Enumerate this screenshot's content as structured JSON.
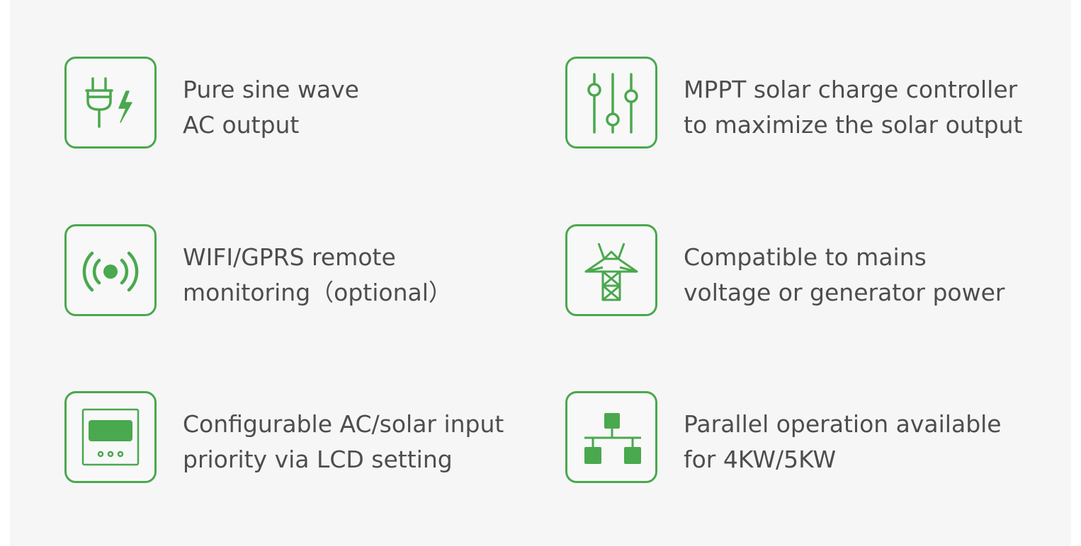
{
  "accent_color": "#4aa84e",
  "features": [
    {
      "icon": "plug-lightning-icon",
      "lines": [
        "Pure sine wave",
        "AC output"
      ]
    },
    {
      "icon": "sliders-icon",
      "lines": [
        "MPPT solar charge controller",
        "to maximize the solar output"
      ]
    },
    {
      "icon": "wireless-signal-icon",
      "lines": [
        "WIFI/GPRS remote",
        "monitoring（optional）"
      ]
    },
    {
      "icon": "power-tower-icon",
      "lines": [
        "Compatible to mains",
        "voltage or generator power"
      ]
    },
    {
      "icon": "lcd-display-icon",
      "lines": [
        "Configurable AC/solar input",
        "priority via LCD setting"
      ]
    },
    {
      "icon": "network-hierarchy-icon",
      "lines": [
        "Parallel operation available",
        "for 4KW/5KW"
      ]
    }
  ]
}
